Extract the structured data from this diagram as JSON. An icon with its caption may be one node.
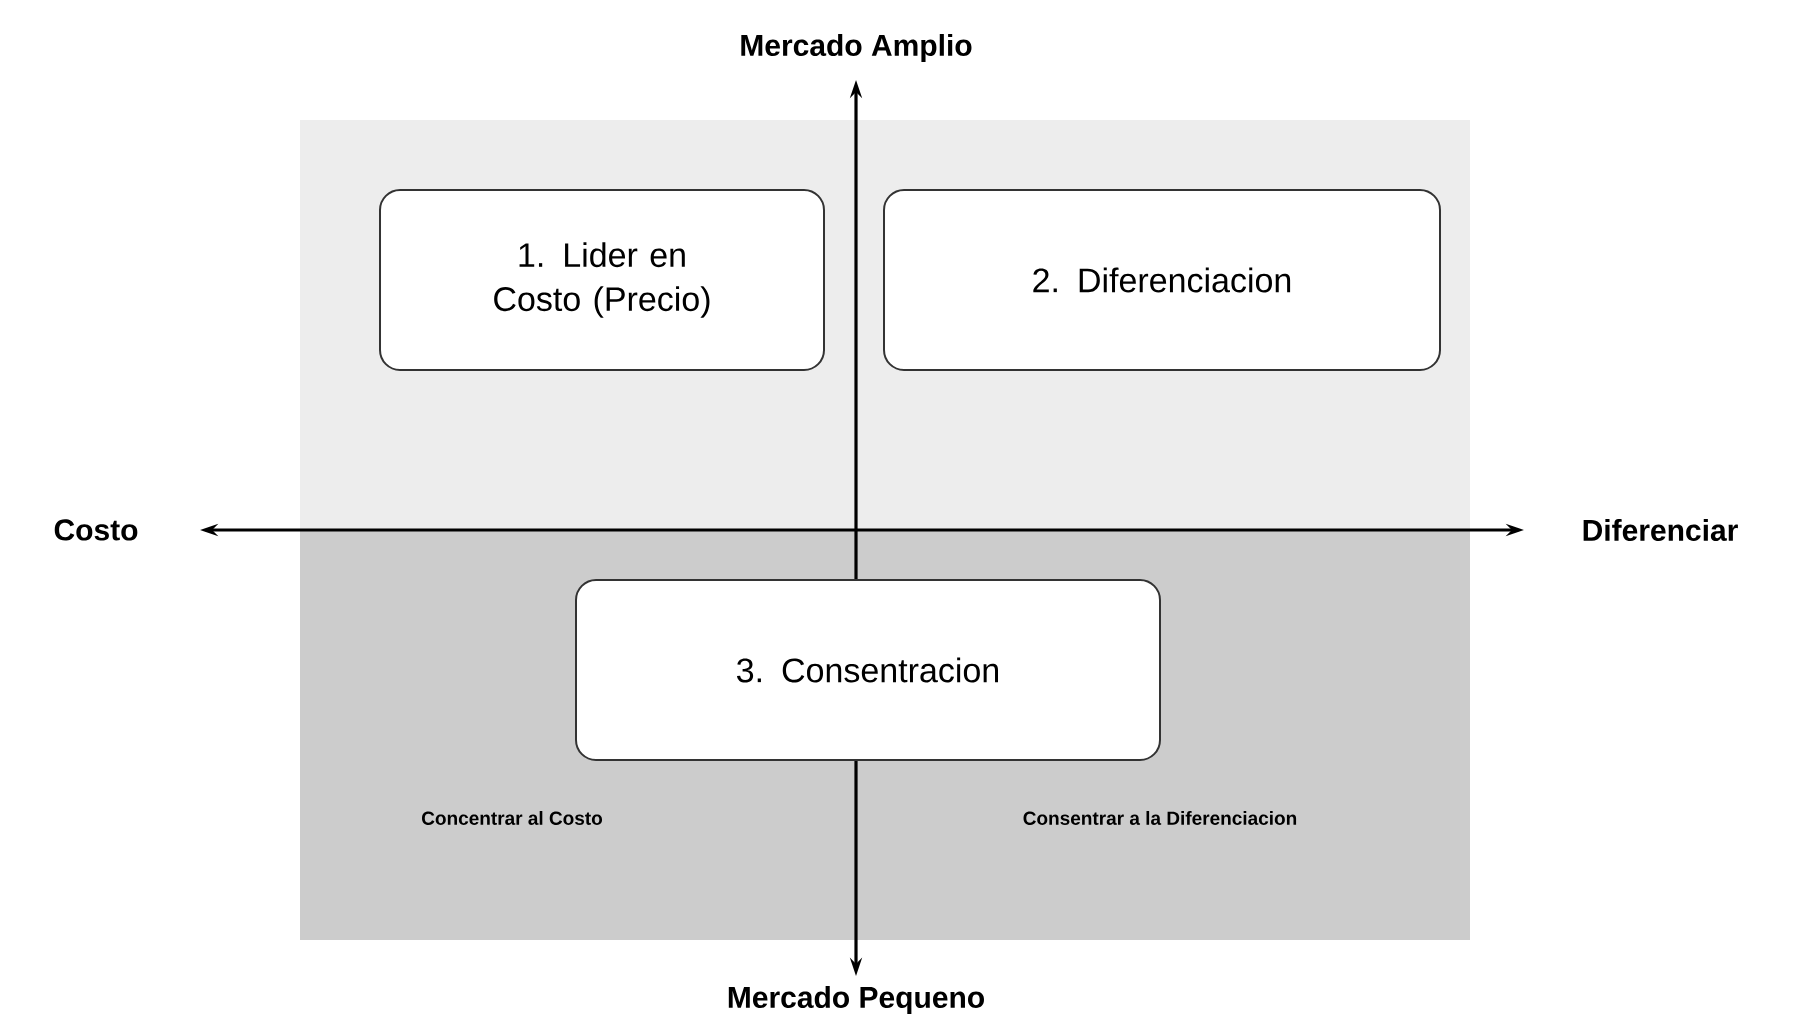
{
  "diagram": {
    "nodes": [
      {
        "text": [
          "1. Lider en Costo (Precio)"
        ]
      },
      {
        "text": [
          "2. Diferenciacion"
        ]
      },
      {
        "text": [
          "3. Consentracion"
        ]
      }
    ],
    "labels": [
      "Mercado Amplio",
      "Costo",
      "Diferenciar",
      "Concentrar al Costo",
      "Consentrar a la Diferenciacion",
      "Mercado Pequeno"
    ]
  }
}
